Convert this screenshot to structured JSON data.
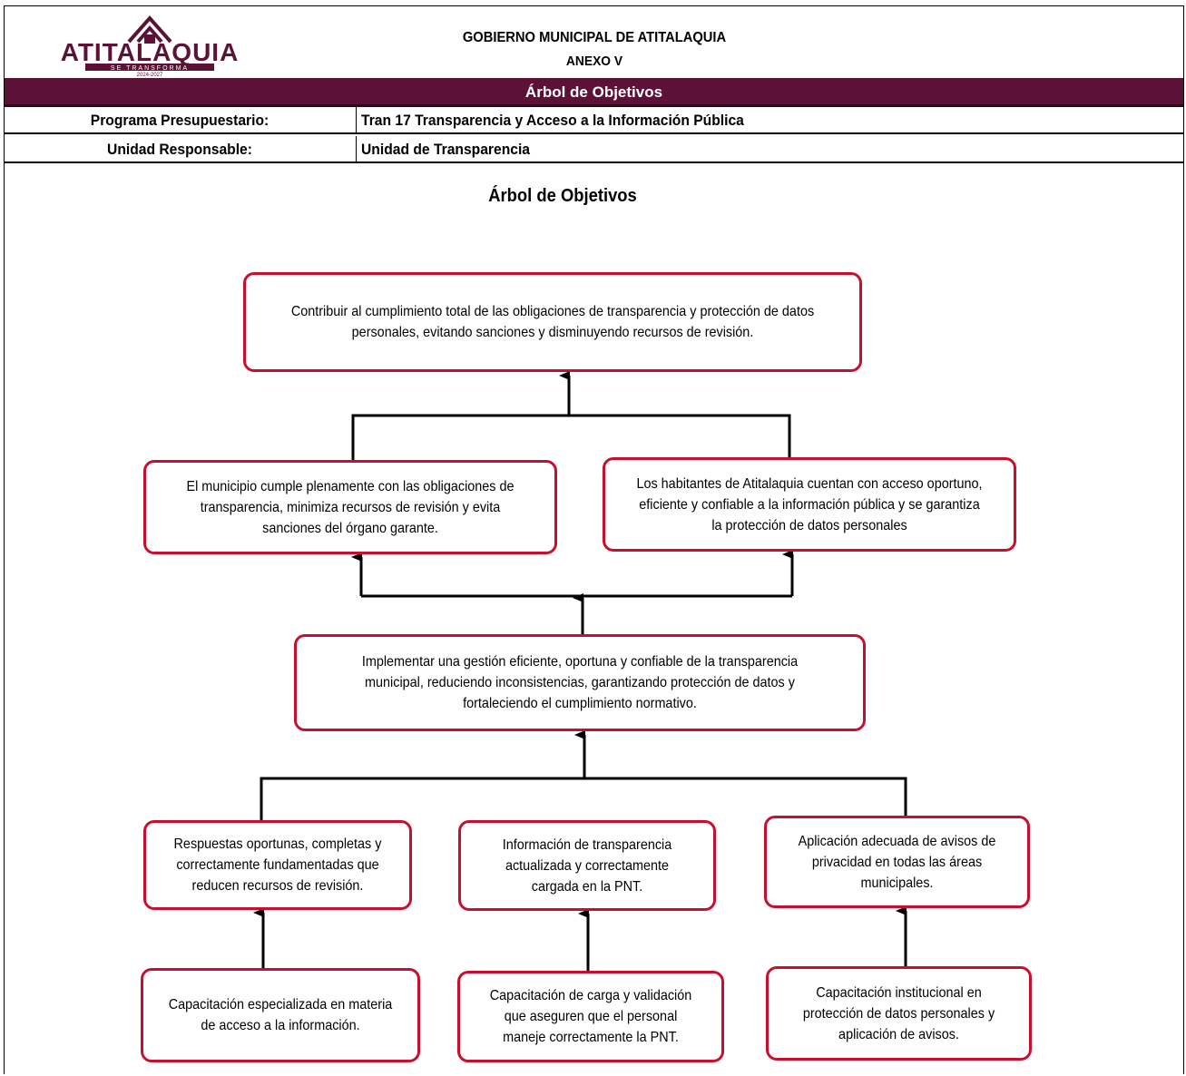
{
  "header": {
    "logo_text": "ATITALAQUIA",
    "logo_slogan": "SE TRANSFORMA",
    "logo_years": "2024-2027",
    "government": "GOBIERNO MUNICIPAL DE ATITALAQUIA",
    "annex": "ANEXO V",
    "band_title": "Árbol de Objetivos",
    "brand_color": "#5b1236",
    "box_border_color": "#c8102e"
  },
  "fields": {
    "program_label": "Programa Presupuestario:",
    "program_value": "Tran 17 Transparencia y Acceso a la Información Pública",
    "unit_label": "Unidad Responsable:",
    "unit_value": "Unidad de Transparencia"
  },
  "tree": {
    "title": "Árbol de Objetivos",
    "goal": "Contribuir al cumplimiento total de las obligaciones de transparencia y protección de datos personales, evitando sanciones y disminuyendo recursos de revisión.",
    "purpose_left": "El municipio cumple plenamente con las obligaciones de transparencia, minimiza recursos de revisión y evita sanciones del órgano garante.",
    "purpose_right": "Los habitantes de Atitalaquia cuentan con acceso oportuno, eficiente y confiable a la información pública y se garantiza la protección de datos personales",
    "central": "Implementar una gestión eficiente, oportuna y confiable de la transparencia municipal, reduciendo inconsistencias, garantizando protección de datos y fortaleciendo el cumplimiento normativo.",
    "components": [
      "Respuestas oportunas, completas y correctamente fundamentadas que reducen recursos de revisión.",
      "Información de transparencia actualizada y correctamente cargada en la PNT.",
      "Aplicación adecuada de avisos de privacidad en todas las áreas municipales."
    ],
    "activities": [
      "Capacitación especializada en materia de acceso a la información.",
      "Capacitación de carga y validación que aseguren que el personal maneje correctamente la PNT.",
      "Capacitación institucional en protección de datos personales y aplicación de avisos."
    ]
  }
}
